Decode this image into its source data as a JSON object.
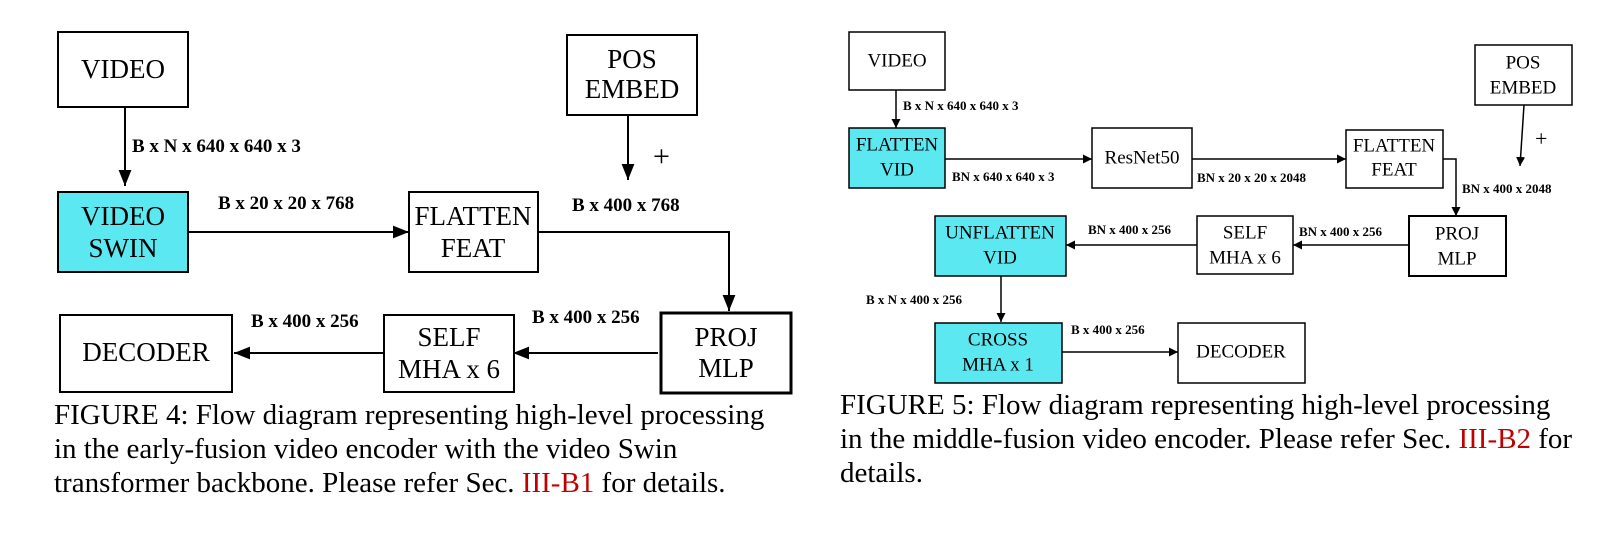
{
  "colors": {
    "highlight": "#5ce8f0",
    "stroke": "#000000",
    "reference": "#c00000"
  },
  "figure4": {
    "nodes": {
      "video": [
        "VIDEO"
      ],
      "video_swin": [
        "VIDEO",
        "SWIN"
      ],
      "pos_embed": [
        "POS",
        "EMBED"
      ],
      "flatten_feat": [
        "FLATTEN",
        "FEAT"
      ],
      "proj_mlp": [
        "PROJ",
        "MLP"
      ],
      "self_mha": [
        "SELF",
        "MHA x 6"
      ],
      "decoder": [
        "DECODER"
      ]
    },
    "edges": {
      "video_to_swin": "B x N x 640 x 640 x 3",
      "swin_to_flatten": "B x 20 x 20 x 768",
      "pos_plus": "+",
      "flatten_to_proj": "B x 400 x 768",
      "proj_to_self": "B x 400 x 256",
      "self_to_decoder": "B x 400 x 256"
    },
    "caption": {
      "text": "FIGURE 4: Flow diagram representing high-level processing in the early-fusion video encoder with the video Swin transformer backbone. Please refer Sec.",
      "ref": "III-B1",
      "tail": "for details."
    }
  },
  "figure5": {
    "nodes": {
      "video": [
        "VIDEO"
      ],
      "flatten_vid": [
        "FLATTEN",
        "VID"
      ],
      "resnet": [
        "ResNet50"
      ],
      "flatten_feat": [
        "FLATTEN",
        "FEAT"
      ],
      "pos_embed": [
        "POS",
        "EMBED"
      ],
      "proj_mlp": [
        "PROJ",
        "MLP"
      ],
      "self_mha": [
        "SELF",
        "MHA x 6"
      ],
      "unflatten_vid": [
        "UNFLATTEN",
        "VID"
      ],
      "cross_mha": [
        "CROSS",
        "MHA x 1"
      ],
      "decoder": [
        "DECODER"
      ]
    },
    "edges": {
      "video_to_flatten": "B x N x 640 x 640 x 3",
      "flatten_to_resnet": "BN x 640 x 640 x 3",
      "resnet_to_flatten": "BN x 20 x 20 x 2048",
      "pos_plus": "+",
      "flatten_to_proj": "BN x 400 x 2048",
      "proj_to_self": "BN x 400 x 256",
      "self_to_unflatten": "BN x 400 x 256",
      "unflatten_to_cross": "B x N x 400 x 256",
      "cross_to_decoder": "B x 400 x 256"
    },
    "caption": {
      "text": "FIGURE 5: Flow diagram representing high-level processing in the middle-fusion video encoder. Please refer Sec.",
      "ref": "III-B2",
      "tail": "for details."
    }
  }
}
